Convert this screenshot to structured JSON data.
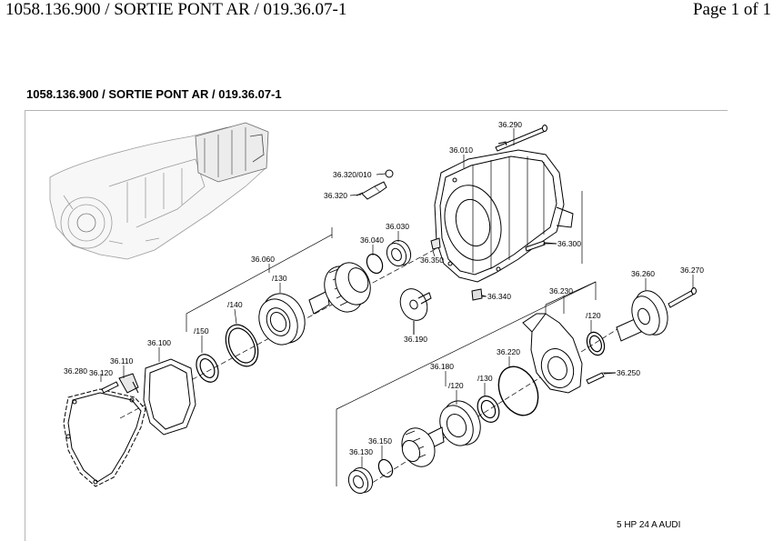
{
  "header": {
    "title": "1058.136.900 / SORTIE PONT AR / 019.36.07-1",
    "page": "Page 1 of 1"
  },
  "section": {
    "title": "1058.136.900 / SORTIE PONT AR / 019.36.07-1"
  },
  "diagram": {
    "labels": {
      "p36_290": "36.290",
      "p36_010": "36.010",
      "p36_320_010": "36.320/010",
      "p36_320": "36.320",
      "p36_030": "36.030",
      "p36_040": "36.040",
      "p36_350": "36.350",
      "p36_300": "36.300",
      "p36_060": "36.060",
      "s130a": "/130",
      "s140": "/140",
      "s150": "/150",
      "p36_190": "36.190",
      "p36_340": "36.340",
      "p36_230": "36.230",
      "p36_260": "36.260",
      "p36_270": "36.270",
      "s120a": "/120",
      "p36_100": "36.100",
      "p36_110": "36.110",
      "p36_280": "36.280",
      "p36_120": "36.120",
      "p36_220": "36.220",
      "p36_250": "36.250",
      "p36_180": "36.180",
      "s130b": "/130",
      "s120b": "/120",
      "p36_150": "36.150",
      "p36_130": "36.130"
    },
    "model": "5 HP 24 A  AUDI"
  }
}
